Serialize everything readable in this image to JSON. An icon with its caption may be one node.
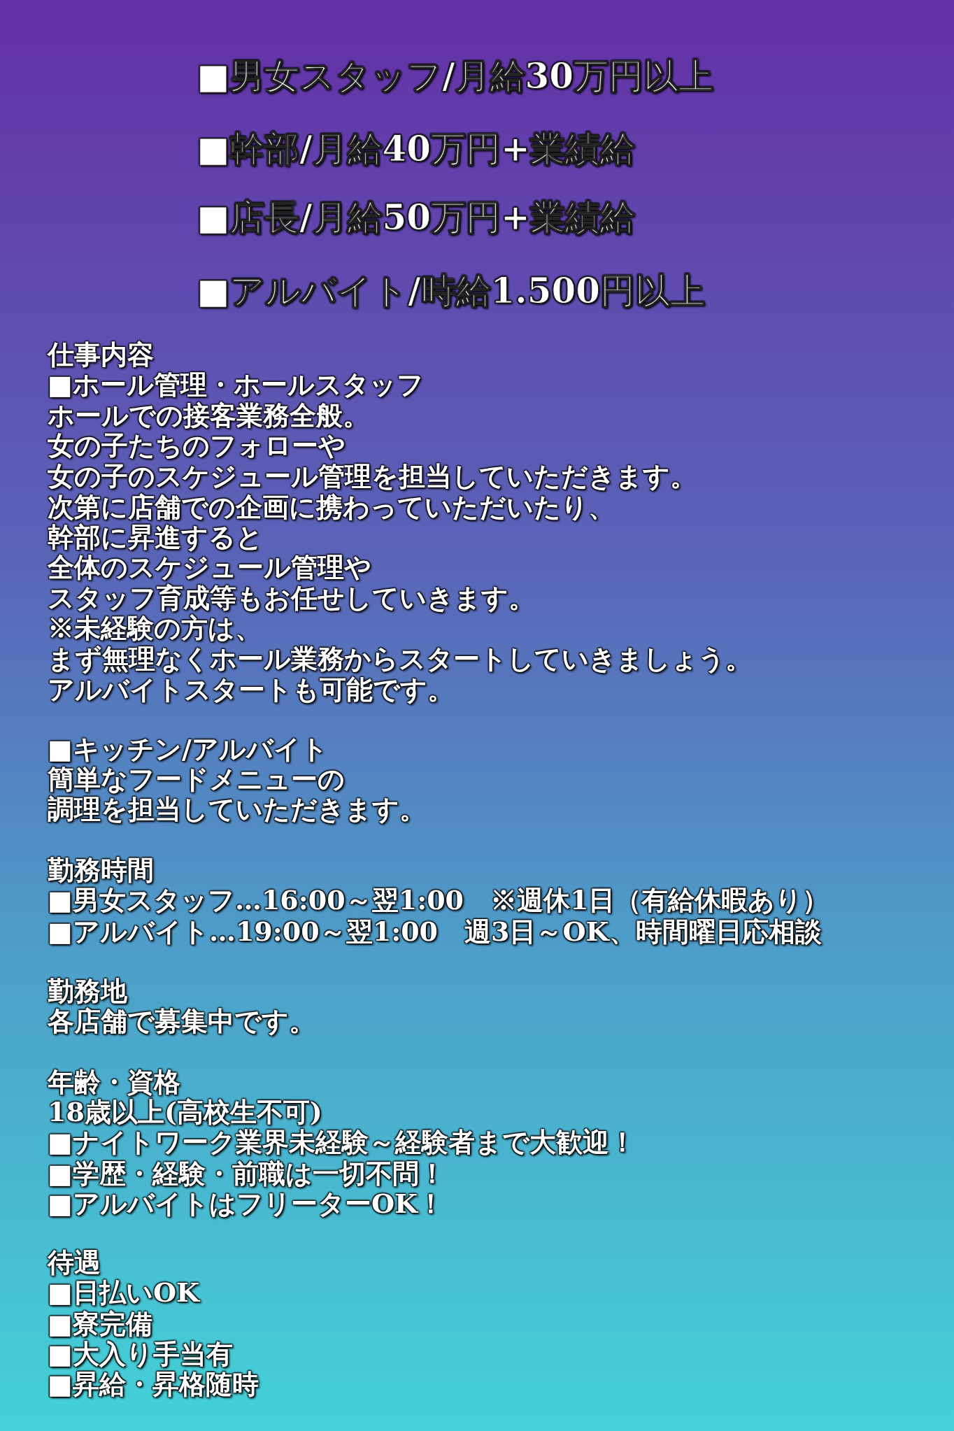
{
  "diagram": {
    "labels": [
      "■男女スタッフ/月給30万円以上",
      "■幹部/月給40万円+業績給",
      "■店長/月給50万円+業績給",
      "■アルバイト/時給1.500円以上",
      "仕事内容",
      "■ホール管理・ホールスタッフ",
      "ホールでの接客業務全般。",
      "女の子たちのフォローや",
      "女の子のスケジュール管理を担当していただきます。",
      "次第に店舗での企画に携わっていただいたり、",
      "幹部に昇進すると",
      "全体のスケジュール管理や",
      "スタッフ育成等もお任せしていきます。",
      "※未経験の方は、",
      "まず無理なくホール業務からスタートしていきましょう。",
      "アルバイトスタートも可能です。",
      "■キッチン/アルバイト",
      "簡単なフードメニューの",
      "調理を担当していただきます。",
      "勤務時間",
      "■男女スタッフ…16:00～翌1:00　※週休1日（有給休暇あり）",
      "■アルバイト…19:00～翌1:00　週3日～OK、時間曜日応相談",
      "勤務地",
      "各店舗で募集中です。",
      "年齢・資格",
      "18歳以上(高校生不可)",
      "■ナイトワーク業界未経験～経験者まで大歓迎！",
      "■学歴・経験・前職は一切不問！",
      "■アルバイトはフリーターOK！",
      "待遇",
      "■日払いOK",
      "■寮完備",
      "■大入り手当有",
      "■昇給・昇格随時"
    ]
  }
}
